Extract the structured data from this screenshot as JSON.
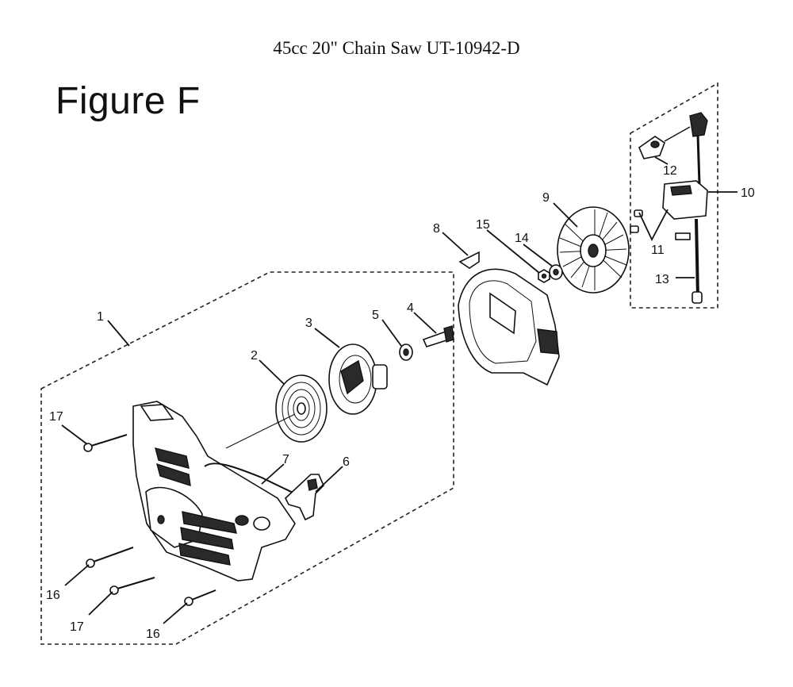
{
  "header": {
    "doc_title": "45cc 20\" Chain Saw UT-10942-D",
    "figure_title": "Figure F"
  },
  "callouts": [
    "1",
    "2",
    "3",
    "4",
    "5",
    "6",
    "7",
    "8",
    "9",
    "10",
    "11",
    "12",
    "13",
    "14",
    "15",
    "16",
    "16",
    "17",
    "17"
  ],
  "colors": {
    "ink": "#111111",
    "background": "#ffffff"
  }
}
